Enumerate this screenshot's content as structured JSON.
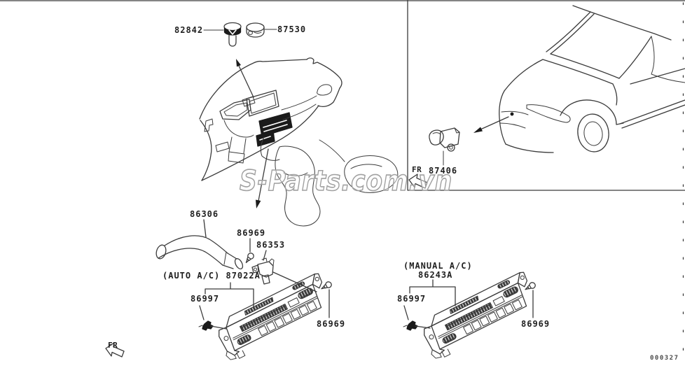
{
  "page": {
    "background": "#ffffff",
    "line_color": "#3b3b3b",
    "watermark_text": "S-Parts.com.vn",
    "doc_number": "000327"
  },
  "part_labels": {
    "sensor_top_left": "82842",
    "sensor_top_right": "87530",
    "ambient_sensor": "87406",
    "hose": "86306",
    "screw_hose": "86969",
    "sensor_unit": "86353",
    "auto_ac_unit": "(AUTO A/C) 87022A",
    "screw_auto_left": "86997",
    "screw_auto_right": "86969",
    "manual_ac_caption": "(MANUAL A/C)",
    "manual_ac_unit": "86243A",
    "screw_manual_left": "86997",
    "screw_manual_right": "86969"
  },
  "direction_indicators": {
    "front_right_panel": "FR",
    "front_bottom": "FR"
  },
  "icons": {
    "fr_arrow_right_panel": "front-direction-arrow",
    "fr_arrow_bottom": "front-direction-arrow",
    "screw_pin": "screw-fastener",
    "screw_clip": "screw-clip-fastener"
  }
}
